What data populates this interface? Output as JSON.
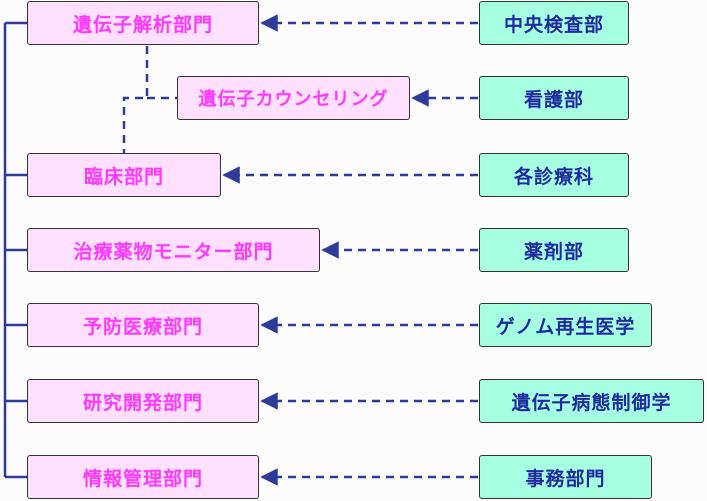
{
  "colors": {
    "pink_box": "#ffe0ff",
    "pink_text": "#ff38ff",
    "green_box": "#a6ffe0",
    "green_text": "#1f2aa0",
    "connector": "#2e3b9a"
  },
  "departments": [
    "遺伝子解析部門",
    "遺伝子カウンセリング",
    "臨床部門",
    "治療薬物モニター部門",
    "予防医療部門",
    "研究開発部門",
    "情報管理部門"
  ],
  "partners": [
    "中央検査部",
    "看護部",
    "各診療科",
    "薬剤部",
    "ゲノム再生医学",
    "遺伝子病態制御学",
    "事務部門"
  ]
}
